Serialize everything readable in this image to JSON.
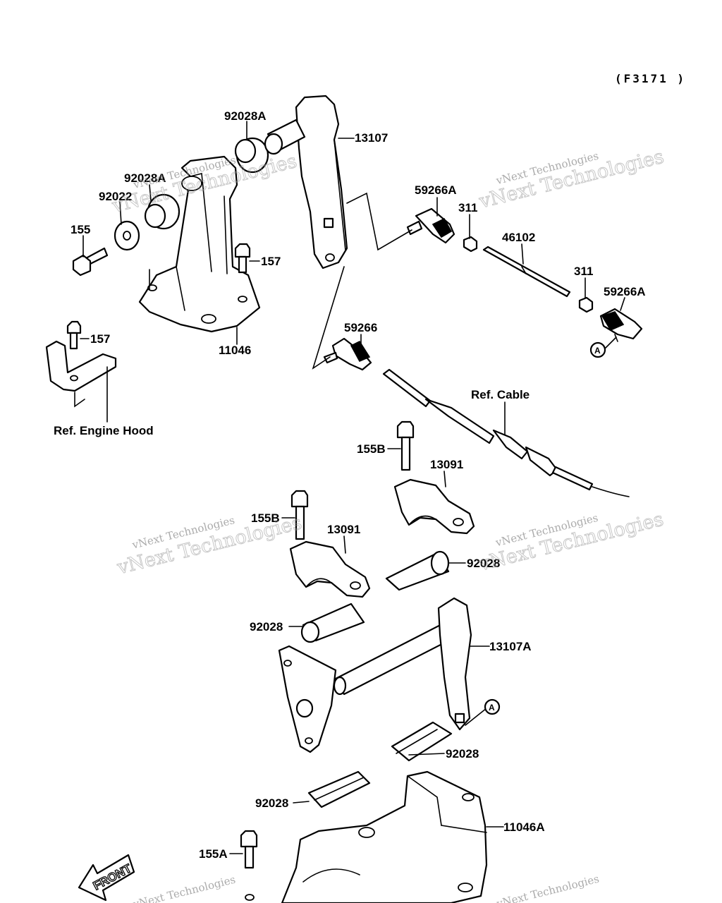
{
  "diagram": {
    "code": "(F3171 )",
    "labels": {
      "l_92028A_top": "92028A",
      "l_13107": "13107",
      "l_92028A_mid": "92028A",
      "l_92022": "92022",
      "l_155": "155",
      "l_157_top": "157",
      "l_11046": "11046",
      "l_157_bot": "157",
      "l_ref_hood": "Ref. Engine Hood",
      "l_59266A_top": "59266A",
      "l_311_top": "311",
      "l_46102": "46102",
      "l_311_bot": "311",
      "l_59266A_bot": "59266A",
      "l_59266": "59266",
      "l_ref_cable": "Ref. Cable",
      "l_155B_top": "155B",
      "l_13091_top": "13091",
      "l_155B_bot": "155B",
      "l_13091_bot": "13091",
      "l_92028_r1": "92028",
      "l_92028_l1": "92028",
      "l_13107A": "13107A",
      "l_92028_r2": "92028",
      "l_92028_l2": "92028",
      "l_11046A": "11046A",
      "l_155A": "155A"
    },
    "markers": {
      "a1": "A",
      "a2": "A"
    },
    "front_arrow": "FRONT",
    "watermarks": {
      "line1": "vNext Technologies",
      "line2": "vNext Technologies"
    }
  }
}
